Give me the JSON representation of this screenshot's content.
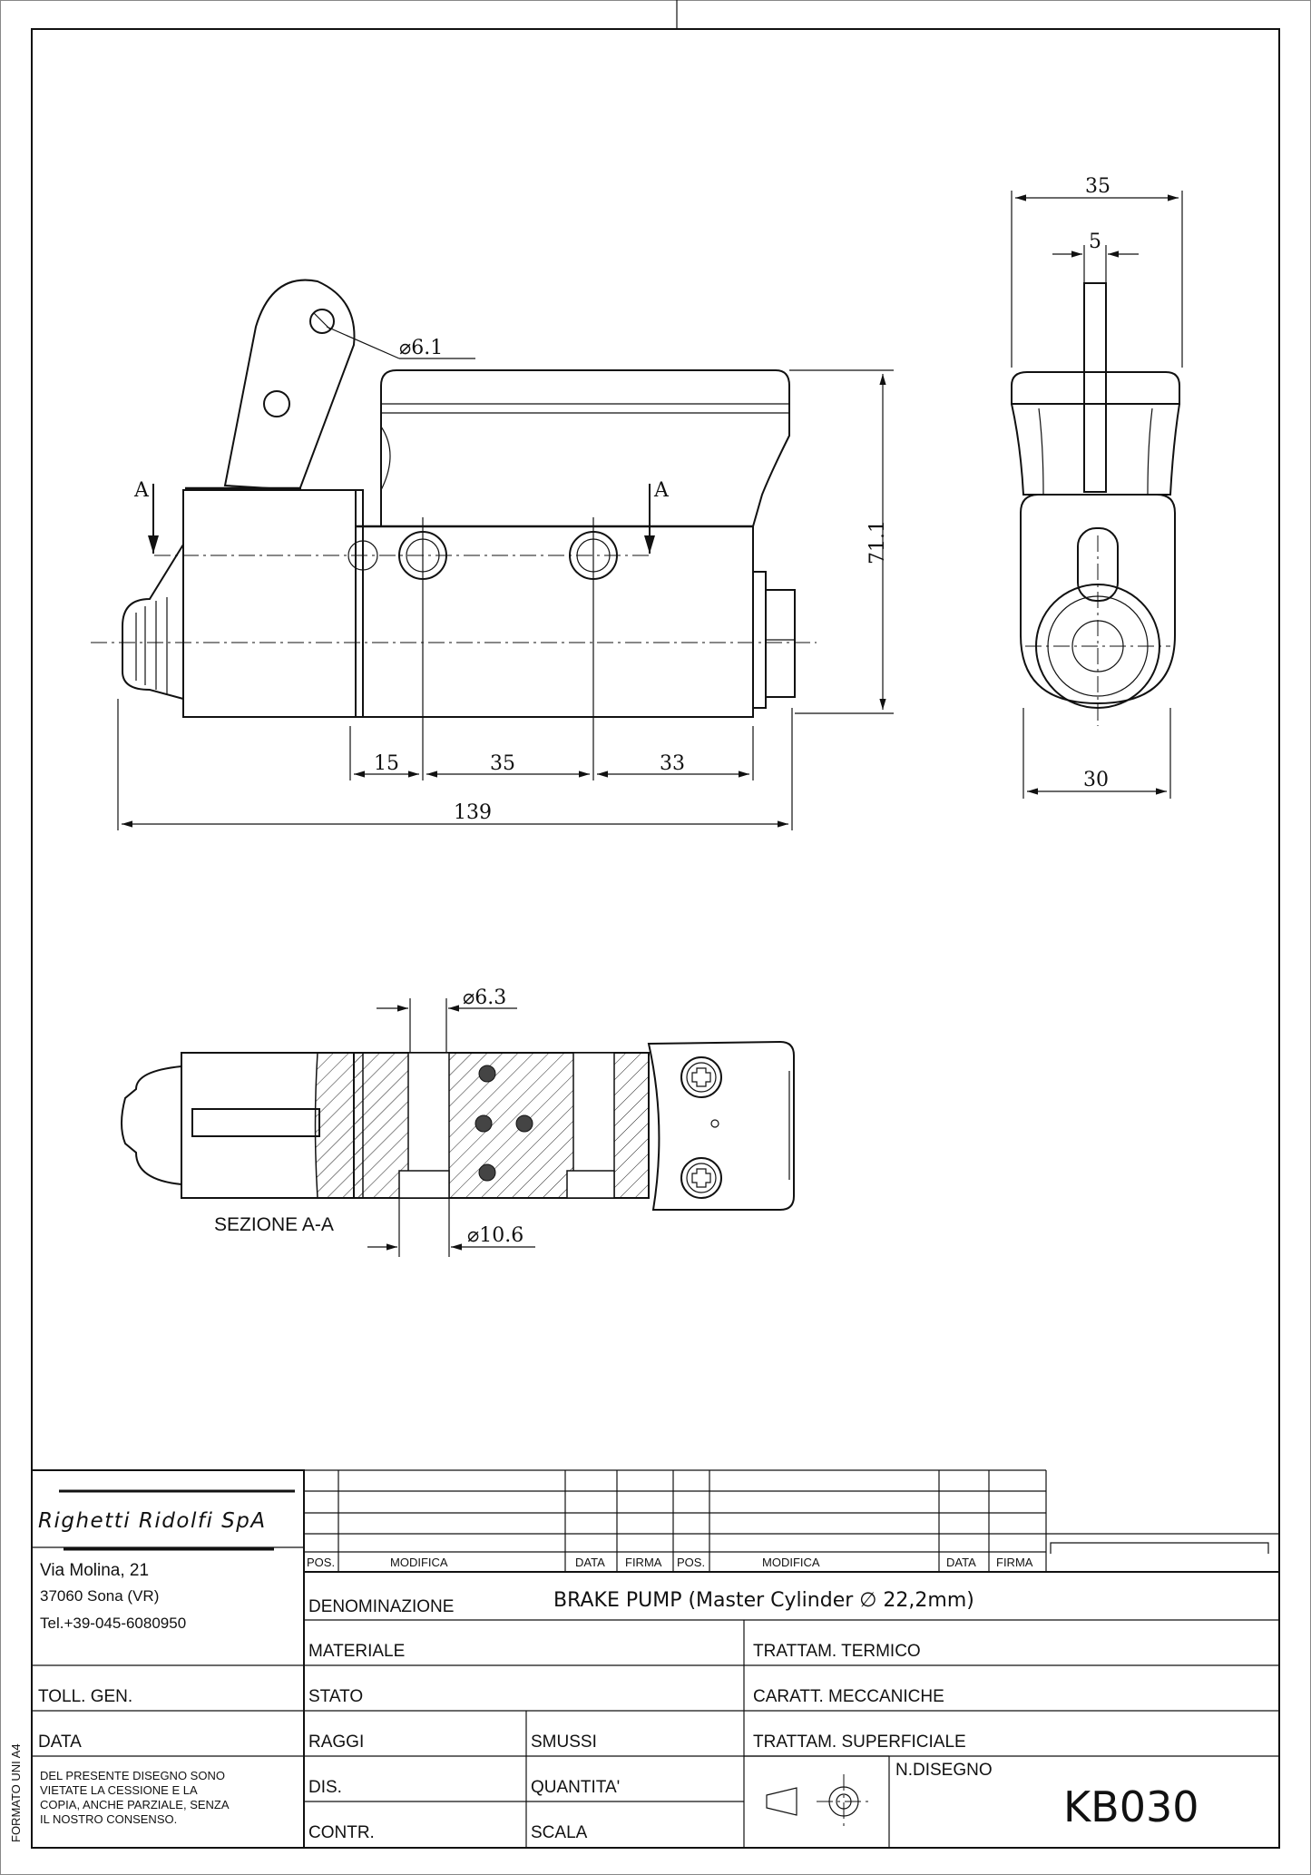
{
  "drawing": {
    "top_view": {
      "dim_hole_dia": "6.1",
      "dim_height": "71.1",
      "dim_seg1": "15",
      "dim_seg2": "35",
      "dim_seg3": "33",
      "dim_total": "139",
      "section_mark_left": "A",
      "section_mark_right": "A"
    },
    "side_view": {
      "dim_width_top": "35",
      "dim_lever": "5",
      "dim_width_bottom": "30"
    },
    "section_view": {
      "label": "SEZIONE  A-A",
      "dim_small_bore": "6.3",
      "dim_large_bore": "10.6"
    }
  },
  "title_block": {
    "company": "Righetti  Ridolfi  SpA",
    "address_line1": "Via  Molina,  21",
    "address_line2": "37060  Sona  (VR)",
    "address_line3": "Tel.+39-045-6080950",
    "rev_headers": {
      "pos": "POS.",
      "modifica": "MODIFICA",
      "data": "DATA",
      "firma": "FIRMA",
      "pos2": "POS.",
      "modifica2": "MODIFICA",
      "data2": "DATA",
      "firma2": "FIRMA"
    },
    "denominazione_label": "DENOMINAZIONE",
    "denominazione_value": "BRAKE PUMP  (Master Cylinder ∅ 22,2mm)",
    "materiale_label": "MATERIALE",
    "trattam_termico_label": "TRATTAM. TERMICO",
    "toll_gen_label": "TOLL. GEN.",
    "stato_label": "STATO",
    "caratt_label": "CARATT. MECCANICHE",
    "data_label": "DATA",
    "raggi_label": "RAGGI",
    "smussi_label": "SMUSSI",
    "trattam_sup_label": "TRATTAM. SUPERFICIALE",
    "disclaimer_line1": "DEL PRESENTE DISEGNO SONO",
    "disclaimer_line2": "VIETATE  LA  CESSIONE  E LA",
    "disclaimer_line3": "COPIA, ANCHE PARZIALE, SENZA",
    "disclaimer_line4": "IL     NOSTRO     CONSENSO.",
    "dis_label": "DIS.",
    "quantita_label": "QUANTITA'",
    "n_disegno_label": "N.DISEGNO",
    "contr_label": "CONTR.",
    "scala_label": "SCALA",
    "drawing_number": "KB030",
    "format_label": "FORMATO UNI A4"
  }
}
